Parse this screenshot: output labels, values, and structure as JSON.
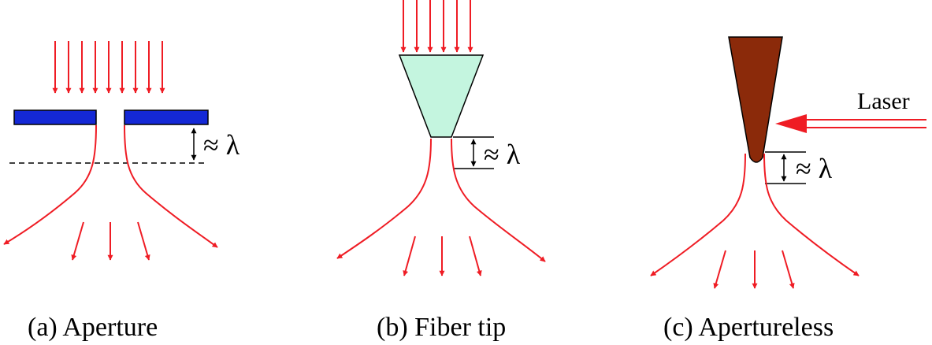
{
  "colors": {
    "arrow_red": "#ef1c24",
    "aperture_blue": "#1428d6",
    "fiber_mint": "#c4f5df",
    "tip_brown": "#8b2a0a"
  },
  "panels": {
    "a": {
      "caption": "(a) Aperture",
      "distance_label": "≈ λ"
    },
    "b": {
      "caption": "(b) Fiber tip",
      "distance_label": "≈ λ"
    },
    "c": {
      "caption": "(c) Apertureless",
      "distance_label": "≈ λ",
      "laser_label": "Laser"
    }
  }
}
